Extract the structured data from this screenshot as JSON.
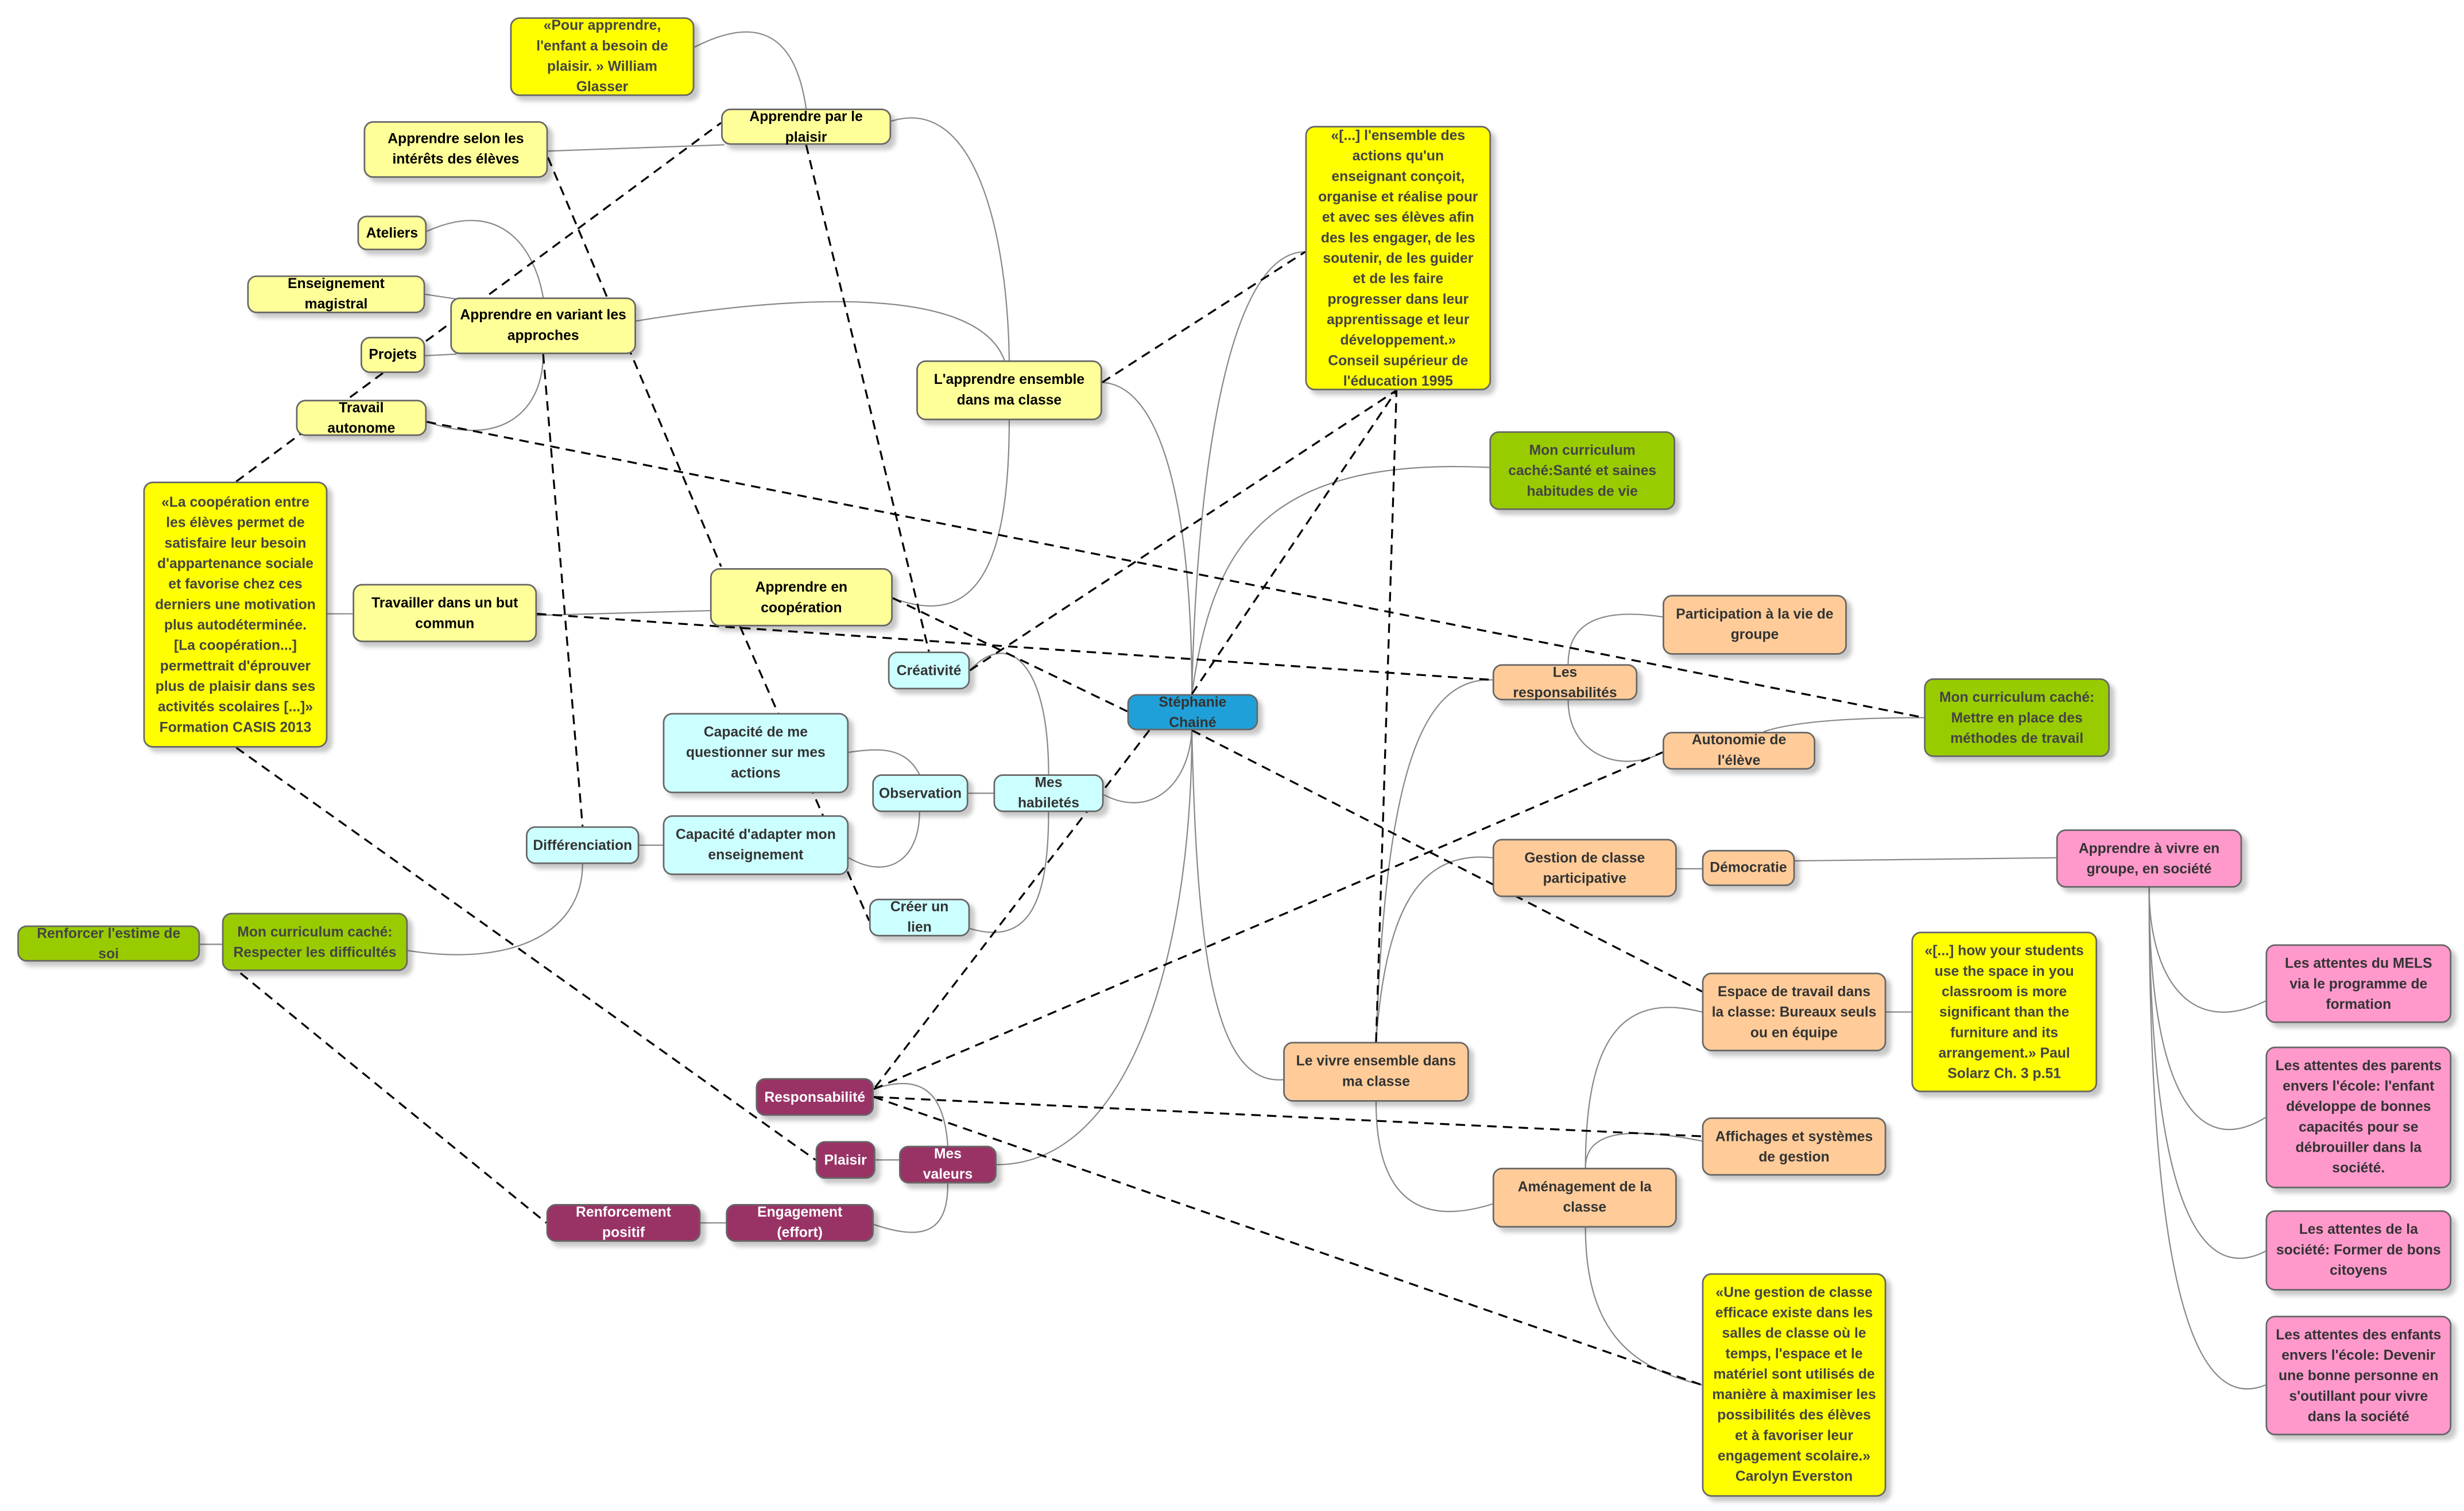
{
  "nodes": {
    "quote_glasser": "«Pour apprendre, l'enfant a besoin de plaisir. » William Glasser",
    "apprendre_plaisir": "Apprendre par le plaisir",
    "selon_interets": "Apprendre selon les intérêts des élèves",
    "ateliers": "Ateliers",
    "ens_magistral": "Enseignement magistral",
    "varier": "Apprendre en variant les approches",
    "projets": "Projets",
    "travail_auto": "Travail autonome",
    "lapprendre": "L'apprendre ensemble dans ma classe",
    "quote_cooperation": "«La coopération entre les élèves permet de satisfaire leur besoin d'appartenance sociale et favorise chez ces derniers une motivation plus autodéterminée. [La coopération...] permettrait d'éprouver plus de plaisir dans ses activités scolaires [...]» Formation CASIS 2013",
    "but_commun": "Travailler dans un but commun",
    "cooperation": "Apprendre en coopération",
    "quote_conseil": "«[...]  l'ensemble des actions qu'un enseignant conçoit, organise et réalise pour et avec ses élèves afin des les engager, de les soutenir, de les guider et de les faire progresser dans leur apprentissage et leur développement.» Conseil supérieur de l'éducation 1995",
    "curric_sante": "Mon curriculum caché:Santé et saines habitudes de vie",
    "creativite": "Créativité",
    "capacite_questionner": "Capacité de me questionner sur mes actions",
    "observation": "Observation",
    "habiletes": "Mes habiletés",
    "differenciation": "Différenciation",
    "capacite_adapter": "Capacité d'adapter mon enseignement",
    "creer_lien": "Créer un lien",
    "center": "Stéphanie Chainé",
    "participation": "Participation à la vie de groupe",
    "responsabilites": "Les responsabilités",
    "autonomie": "Autonomie de l'élève",
    "curric_methodes": "Mon curriculum caché: Mettre en place des méthodes de travail",
    "gestion_participative": "Gestion de classe participative",
    "democratie": "Démocratie",
    "vivre_groupe": "Apprendre à vivre en groupe, en société",
    "espace": "Espace de travail dans la classe: Bureaux seuls ou en équipe",
    "quote_solarz": "«[...] how your students use the space in you classroom is more significant than the furniture and its arrangement.» Paul Solarz Ch. 3 p.51",
    "vivre_ensemble": "Le vivre ensemble dans ma classe",
    "affichages": "Affichages et systèmes de gestion",
    "amenagement": "Aménagement de la classe",
    "quote_everston": "«Une gestion de classe efficace existe dans les salles de classe où le temps, l'espace et le matériel sont utilisés de manière à maximiser les possibilités des élèves et à favoriser leur engagement scolaire.» Carolyn Everston",
    "mels": "Les attentes du MELS via le programme de formation",
    "parents": "Les attentes des parents envers l'école: l'enfant développe de bonnes capacités pour se débrouiller dans la société.",
    "societe": "Les attentes de la société: Former de bons citoyens",
    "enfants": "Les attentes des enfants envers l'école: Devenir une bonne personne en s'outillant pour vivre dans la société",
    "estime": "Renforcer l'estime de soi",
    "curric_difficultes": "Mon curriculum caché: Respecter les difficultés",
    "responsabilite": "Responsabilité",
    "plaisir": "Plaisir",
    "mes_valeurs": "Mes valeurs",
    "renforcement": "Renforcement positif",
    "engagement": "Engagement (effort)"
  },
  "colors": {
    "quote": "#ffff00",
    "learning": "#ffff99",
    "hidden_curriculum": "#99cc00",
    "skills": "#ccffff",
    "living_together": "#ffcc99",
    "society": "#ff99cc",
    "values": "#993366",
    "center": "#1fa0d8"
  }
}
